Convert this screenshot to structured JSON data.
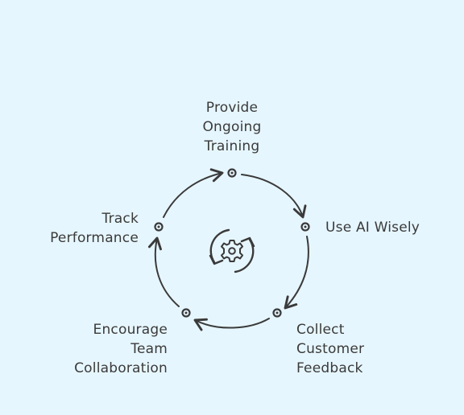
{
  "cycle": {
    "steps": [
      {
        "lines": [
          "Provide",
          "Ongoing",
          "Training"
        ]
      },
      {
        "lines": [
          "Use AI Wisely"
        ]
      },
      {
        "lines": [
          "Collect",
          "Customer",
          "Feedback"
        ]
      },
      {
        "lines": [
          "Encourage",
          "Team",
          "Collaboration"
        ]
      },
      {
        "lines": [
          "Track",
          "Performance"
        ]
      }
    ],
    "center_icon": "gear-cycle-icon"
  },
  "colors": {
    "background": "#e6f6fe",
    "stroke": "#3a3a3a"
  }
}
